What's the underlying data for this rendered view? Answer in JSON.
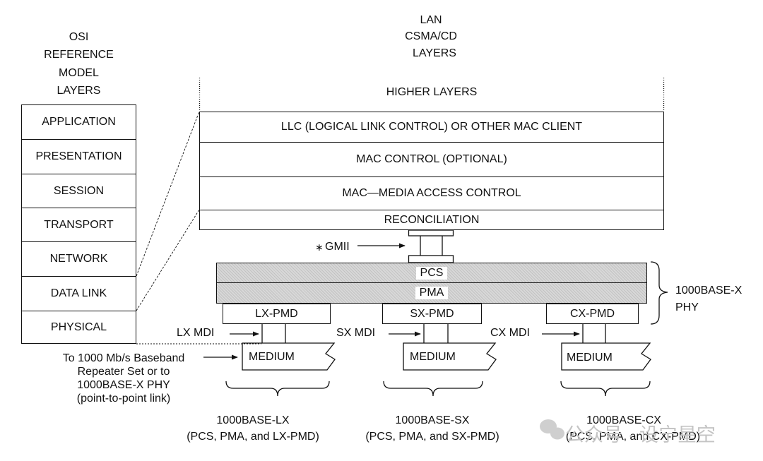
{
  "osi": {
    "header": [
      "OSI",
      "REFERENCE",
      "MODEL",
      "LAYERS"
    ],
    "layers": [
      "APPLICATION",
      "PRESENTATION",
      "SESSION",
      "TRANSPORT",
      "NETWORK",
      "DATA LINK",
      "PHYSICAL"
    ]
  },
  "lan": {
    "header": [
      "LAN",
      "CSMA/CD",
      "LAYERS"
    ],
    "higher_layers": "HIGHER LAYERS",
    "llc": "LLC (LOGICAL LINK CONTROL) OR OTHER MAC CLIENT",
    "mac_control": "MAC CONTROL (OPTIONAL)",
    "mac": "MAC—MEDIA ACCESS CONTROL",
    "reconciliation": "RECONCILIATION"
  },
  "gmii": {
    "star": "∗",
    "label": "GMII"
  },
  "phy": {
    "pcs": "PCS",
    "pma": "PMA",
    "label_line1": "1000BASE-X",
    "label_line2": "PHY"
  },
  "pmd": {
    "lx": "LX-PMD",
    "sx": "SX-PMD",
    "cx": "CX-PMD"
  },
  "mdi": {
    "lx": "LX MDI",
    "sx": "SX MDI",
    "cx": "CX MDI"
  },
  "medium_label": "MEDIUM",
  "repeater_note": [
    "To 1000 Mb/s Baseband",
    "Repeater Set or to",
    "1000BASE-X PHY",
    "(point-to-point link)"
  ],
  "variants": {
    "lx": {
      "name": "1000BASE-LX",
      "desc": "(PCS, PMA, and LX-PMD)"
    },
    "sx": {
      "name": "1000BASE-SX",
      "desc": "(PCS, PMA, and SX-PMD)"
    },
    "cx": {
      "name": "1000BASE-CX",
      "desc": "(PCS, PMA, and CX-PMD)"
    }
  },
  "watermark": "公众号 · 设宁星空"
}
